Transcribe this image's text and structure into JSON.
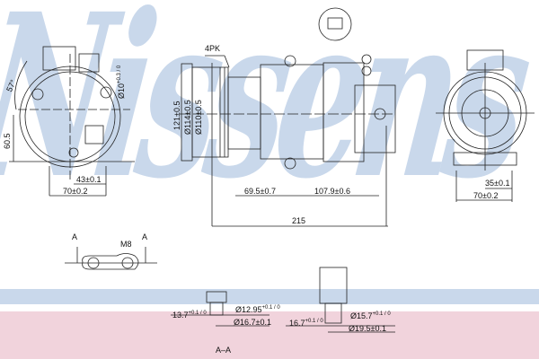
{
  "watermark": "Nissens",
  "front_view": {
    "angle": "57°",
    "hole": "Ø10",
    "hole_tol": "+0.3 / 0",
    "height": "60.5",
    "dim_43": "43±0.1",
    "dim_70": "70±0.2"
  },
  "side_view": {
    "belt": "4PK",
    "dia_121": "121±0.5",
    "dia_114": "Ø114±0.5",
    "dia_110": "Ø110±0.5",
    "dim_695": "69.5±0.7",
    "dim_1079": "107.9±0.6",
    "length": "215"
  },
  "rear_view": {
    "dim_35": "35±0.1",
    "dim_70": "70±0.2"
  },
  "port_view": {
    "label_a1": "A",
    "label_a2": "A",
    "thread": "M8"
  },
  "section": {
    "d1_len": "13.7",
    "d1_tol": "+0.1 / 0",
    "d1_inner": "Ø12.95",
    "d1_inner_tol": "+0.1 / 0",
    "d1_outer": "Ø16.7±0.1",
    "d2_len": "16.7",
    "d2_tol": "+0.1 / 0",
    "d2_inner": "Ø15.7",
    "d2_inner_tol": "+0.1 / 0",
    "d2_outer": "Ø19.5±0.1",
    "title": "A–A"
  }
}
